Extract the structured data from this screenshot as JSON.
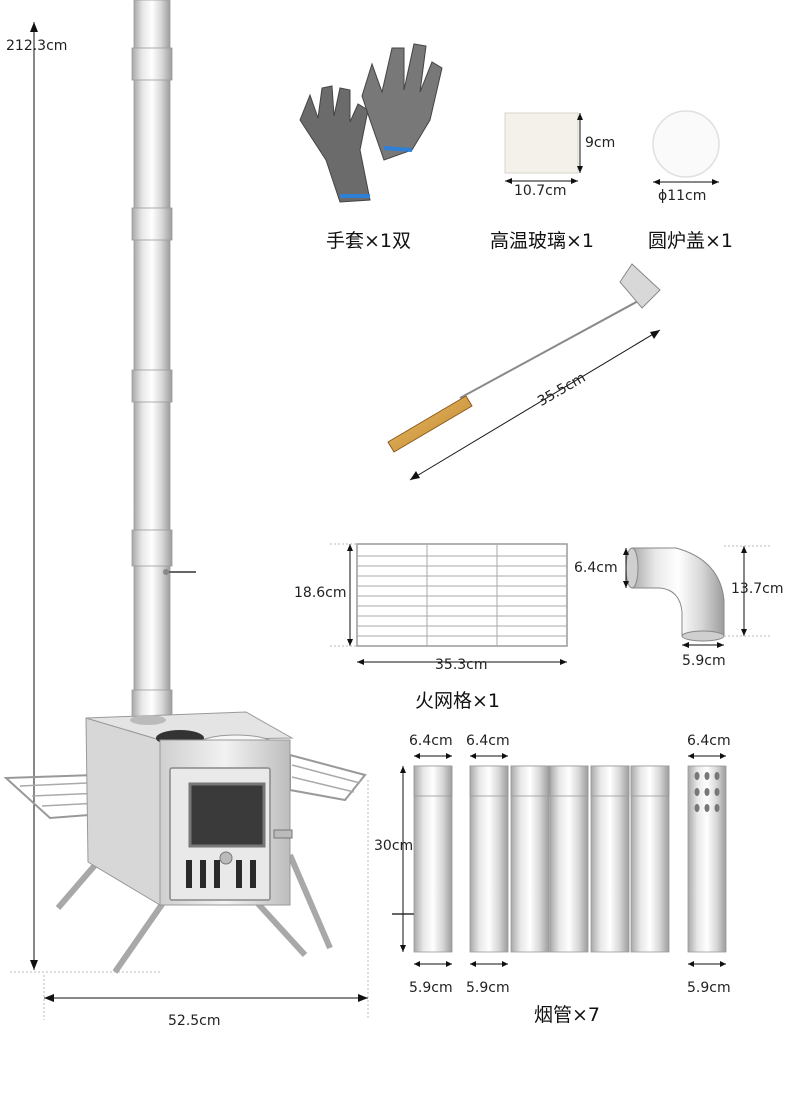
{
  "stove": {
    "height_label": "212.3cm",
    "width_label": "52.5cm"
  },
  "gloves": {
    "caption": "手套×1双"
  },
  "glass": {
    "caption": "高温玻璃×1",
    "height_label": "9cm",
    "width_label": "10.7cm"
  },
  "lid": {
    "caption": "圆炉盖×1",
    "diameter_label": "ϕ11cm"
  },
  "poker": {
    "length_label": "35.5cm"
  },
  "grate": {
    "caption": "火网格×1",
    "height_label": "18.6cm",
    "width_label": "35.3cm"
  },
  "elbow": {
    "top_label": "6.4cm",
    "height_label": "13.7cm",
    "bottom_label": "5.9cm"
  },
  "pipes": {
    "caption": "烟管×7",
    "length_label": "30cm",
    "top_labels": [
      "6.4cm",
      "6.4cm",
      "6.4cm"
    ],
    "bottom_labels": [
      "5.9cm",
      "5.9cm",
      "5.9cm"
    ]
  },
  "colors": {
    "steel_light": "#ececec",
    "steel_mid": "#c9c9c9",
    "steel_dark": "#9a9a9a",
    "wood": "#d9a441",
    "glove_gray": "#6b6b6b",
    "glove_cuff": "#2f7fd6"
  }
}
